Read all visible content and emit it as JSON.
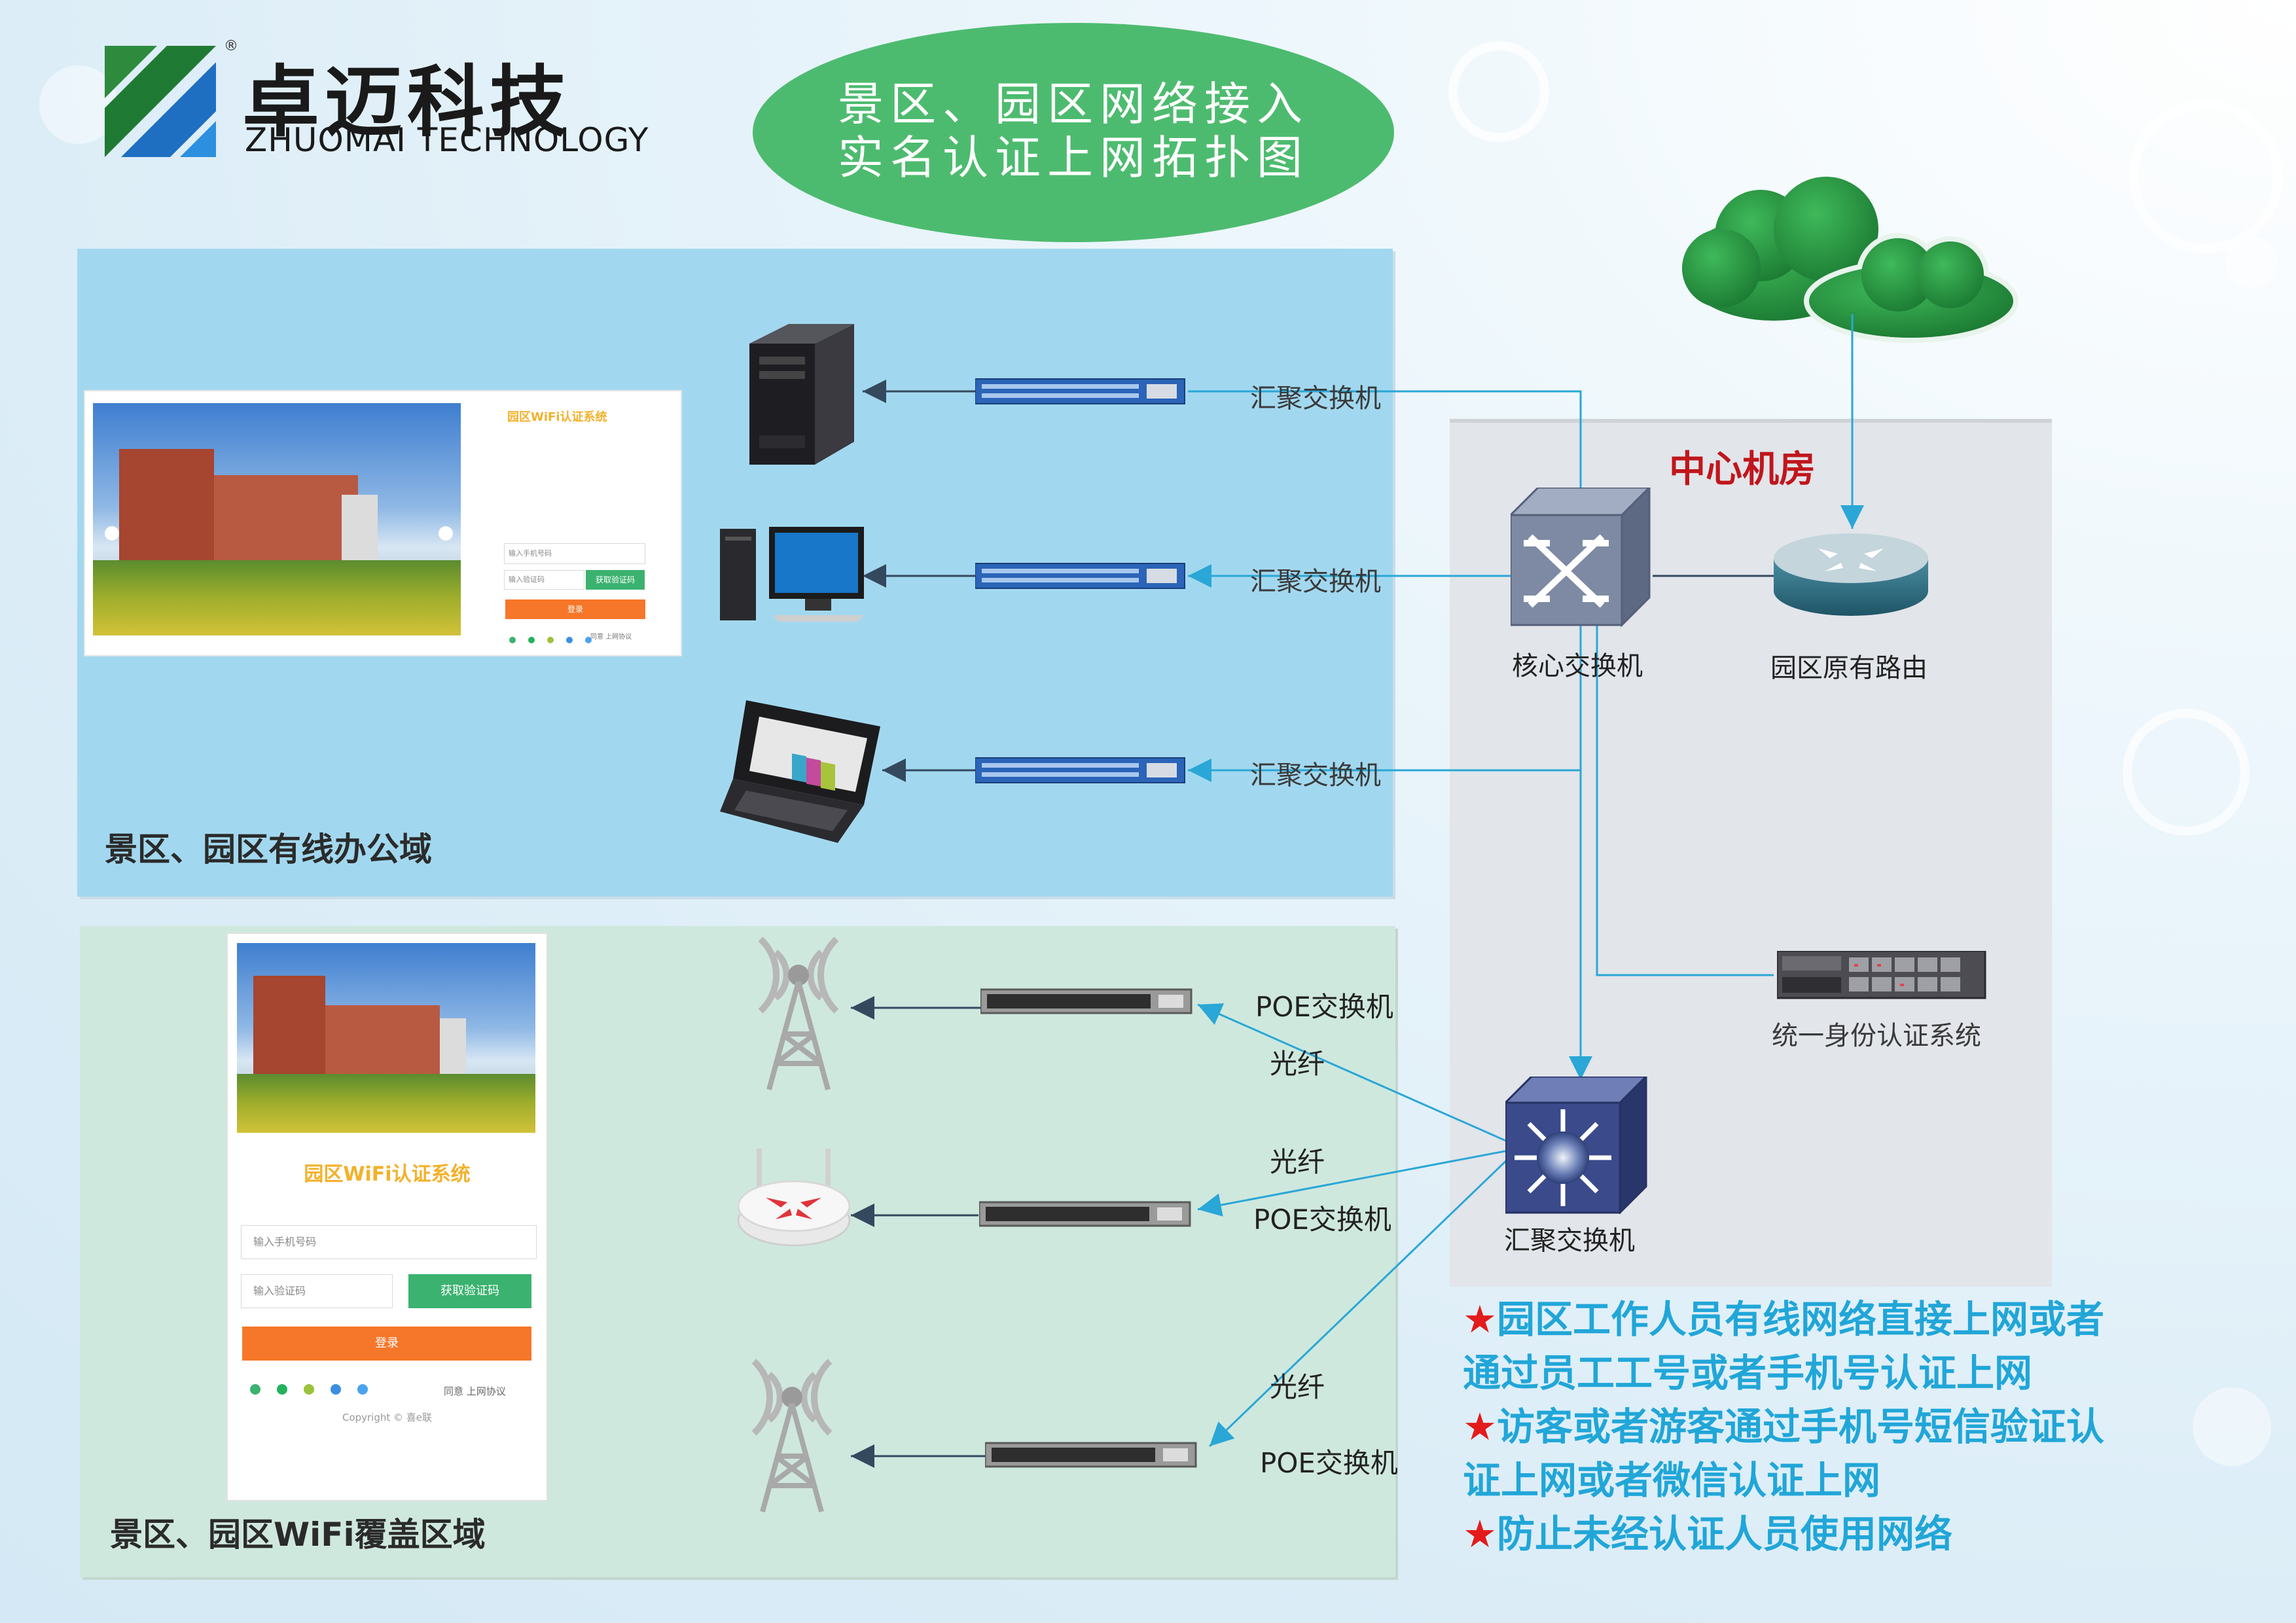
{
  "logo": {
    "name": "卓迈科技",
    "subtitle": "ZHUOMAI TECHNOLOGY",
    "registered": "®"
  },
  "title": {
    "line1": "景区、园区网络接入",
    "line2": "实名认证上网拓扑图"
  },
  "zones": {
    "wired": "景区、园区有线办公域",
    "wifi": "景区、园区WiFi覆盖区域",
    "center": "中心机房"
  },
  "wired_switches": [
    "汇聚交换机",
    "汇聚交换机",
    "汇聚交换机"
  ],
  "wifi_links": {
    "poe1": "POE交换机",
    "fiber1": "光纤",
    "fiber2": "光纤",
    "poe2": "POE交换机",
    "fiber3": "光纤",
    "poe3": "POE交换机"
  },
  "center_devices": {
    "core_switch": "核心交换机",
    "router": "园区原有路由",
    "auth_system": "统一身份认证系统",
    "agg_switch": "汇聚交换机"
  },
  "login_card_wired": {
    "title": "园区WiFi认证系统",
    "phone_placeholder": "输入手机号码",
    "code_placeholder": "输入验证码",
    "get_code": "获取验证码",
    "login": "登录",
    "agree": "同意 上网协议"
  },
  "login_card_wifi": {
    "title": "园区WiFi认证系统",
    "phone_placeholder": "输入手机号码",
    "code_placeholder": "输入验证码",
    "get_code": "获取验证码",
    "login": "登录",
    "agree": "同意 上网协议",
    "copyright": "Copyright © 喜e联"
  },
  "bullets": [
    "园区工作人员有线网络直接上网或者通过员工工号或者手机号认证上网",
    "访客或者游客通过手机号短信验证认证上网或者微信认证上网",
    "防止未经认证人员使用网络"
  ],
  "colors": {
    "title_ellipse": "#4dbb6f",
    "wired_zone": "#a2d8ef",
    "wifi_zone": "#cfe8de",
    "center_zone": "#e2e5ea",
    "link_line": "#2aa7d6",
    "bullet_text": "#21a6d8",
    "star": "#e31b1b",
    "center_title": "#c0161c",
    "cloud": "#2e9b48"
  }
}
